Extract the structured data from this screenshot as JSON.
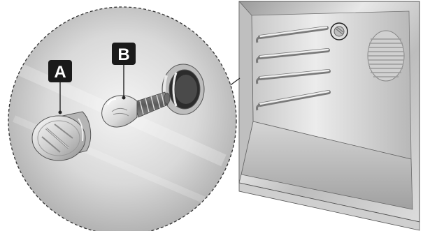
{
  "diagram": {
    "callouts": [
      {
        "id": "a",
        "label": "A"
      },
      {
        "id": "b",
        "label": "B"
      }
    ],
    "colors": {
      "label_badge": "#1a1a1a",
      "label_text": "#ffffff",
      "outline": "#333333",
      "metal_light": "#f2f2f2",
      "metal_dark": "#8c8c8c"
    }
  }
}
